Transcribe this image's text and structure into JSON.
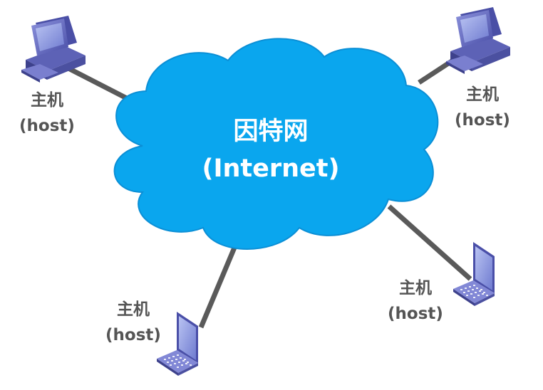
{
  "network": {
    "center": {
      "title": "因特网",
      "subtitle": "(Internet)"
    },
    "hosts": [
      {
        "label": "主机",
        "sublabel": "(host)",
        "device": "desktop-computer-icon"
      },
      {
        "label": "主机",
        "sublabel": "(host)",
        "device": "desktop-computer-icon"
      },
      {
        "label": "主机",
        "sublabel": "(host)",
        "device": "laptop-icon"
      },
      {
        "label": "主机",
        "sublabel": "(host)",
        "device": "laptop-icon"
      }
    ]
  },
  "colors": {
    "cloud": "#0aa6ee",
    "cloud_edge": "#0b8fd6",
    "link": "#5a5a5a",
    "device": "#6b6fc4",
    "label": "#555555"
  }
}
